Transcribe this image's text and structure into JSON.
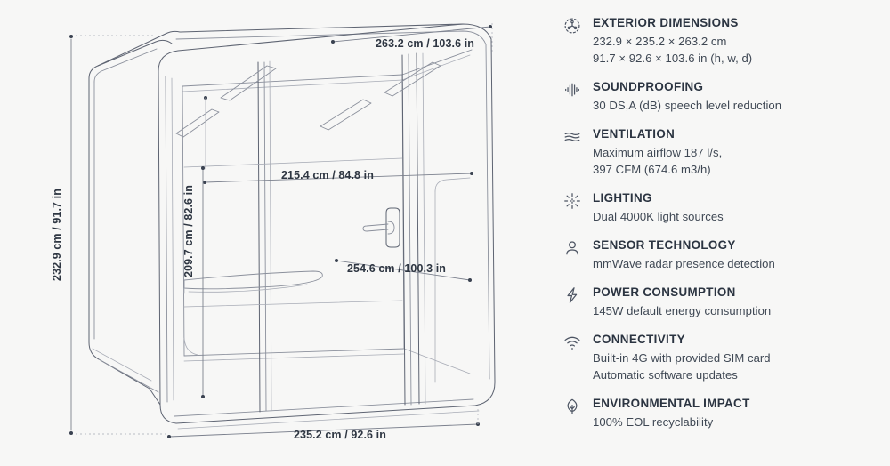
{
  "background_color": "#f7f7f6",
  "heading_color": "#2b3441",
  "body_text_color": "#3f4854",
  "line_color": "#5a6170",
  "diagram": {
    "name": "office-pod-perspective-technical-drawing",
    "dimensions": {
      "depth": "263.2 cm / 103.6 in",
      "height": "232.9 cm / 91.7 in",
      "width": "235.2 cm / 92.6 in",
      "interior_width": "215.4 cm / 84.8 in",
      "interior_height": "209.7 cm / 82.6 in",
      "interior_depth": "254.6 cm / 100.3 in"
    }
  },
  "specs": [
    {
      "icon": "cube-dimensions-icon",
      "title": "EXTERIOR DIMENSIONS",
      "lines": [
        "232.9 × 235.2 × 263.2 cm",
        "91.7 × 92.6 × 103.6 in (h, w, d)"
      ]
    },
    {
      "icon": "sound-wave-icon",
      "title": "SOUNDPROOFING",
      "lines": [
        "30 DS,A (dB) speech level reduction"
      ]
    },
    {
      "icon": "airflow-waves-icon",
      "title": "VENTILATION",
      "lines": [
        "Maximum airflow 187 l/s,",
        "397 CFM (674.6 m3/h)"
      ]
    },
    {
      "icon": "light-rays-icon",
      "title": "LIGHTING",
      "lines": [
        "Dual 4000K light sources"
      ]
    },
    {
      "icon": "person-icon",
      "title": "SENSOR TECHNOLOGY",
      "lines": [
        "mmWave radar presence detection"
      ]
    },
    {
      "icon": "lightning-bolt-icon",
      "title": "POWER CONSUMPTION",
      "lines": [
        "145W default energy consumption"
      ]
    },
    {
      "icon": "wifi-icon",
      "title": "CONNECTIVITY",
      "lines": [
        "Built-in 4G with provided SIM card",
        "Automatic software updates"
      ]
    },
    {
      "icon": "leaf-recycle-icon",
      "title": "ENVIRONMENTAL IMPACT",
      "lines": [
        "100% EOL recyclability"
      ]
    }
  ]
}
